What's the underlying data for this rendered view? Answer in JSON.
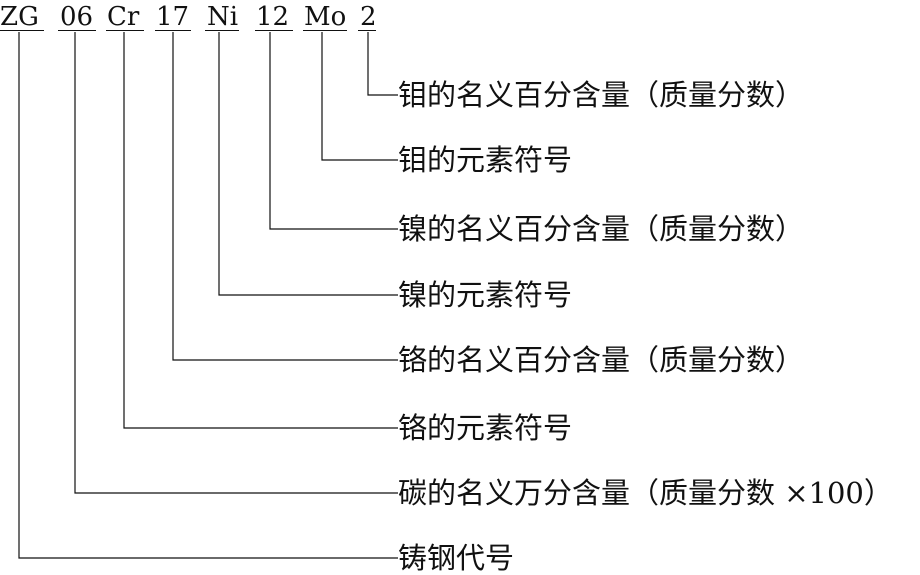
{
  "code_segments": [
    "ZG",
    "06",
    "Cr",
    "17",
    "Ni",
    "12",
    "Mo",
    "2"
  ],
  "descriptions": [
    "钼的名义百分含量（质量分数）",
    "钼的元素符号",
    "镍的名义百分含量（质量分数）",
    "镍的元素符号",
    "铬的名义百分含量（质量分数）",
    "铬的元素符号",
    "碳的名义万分含量（质量分数 ×100）",
    "铸钢代号"
  ],
  "colors": {
    "line": "#111111",
    "text": "#111111",
    "background": "#ffffff"
  }
}
